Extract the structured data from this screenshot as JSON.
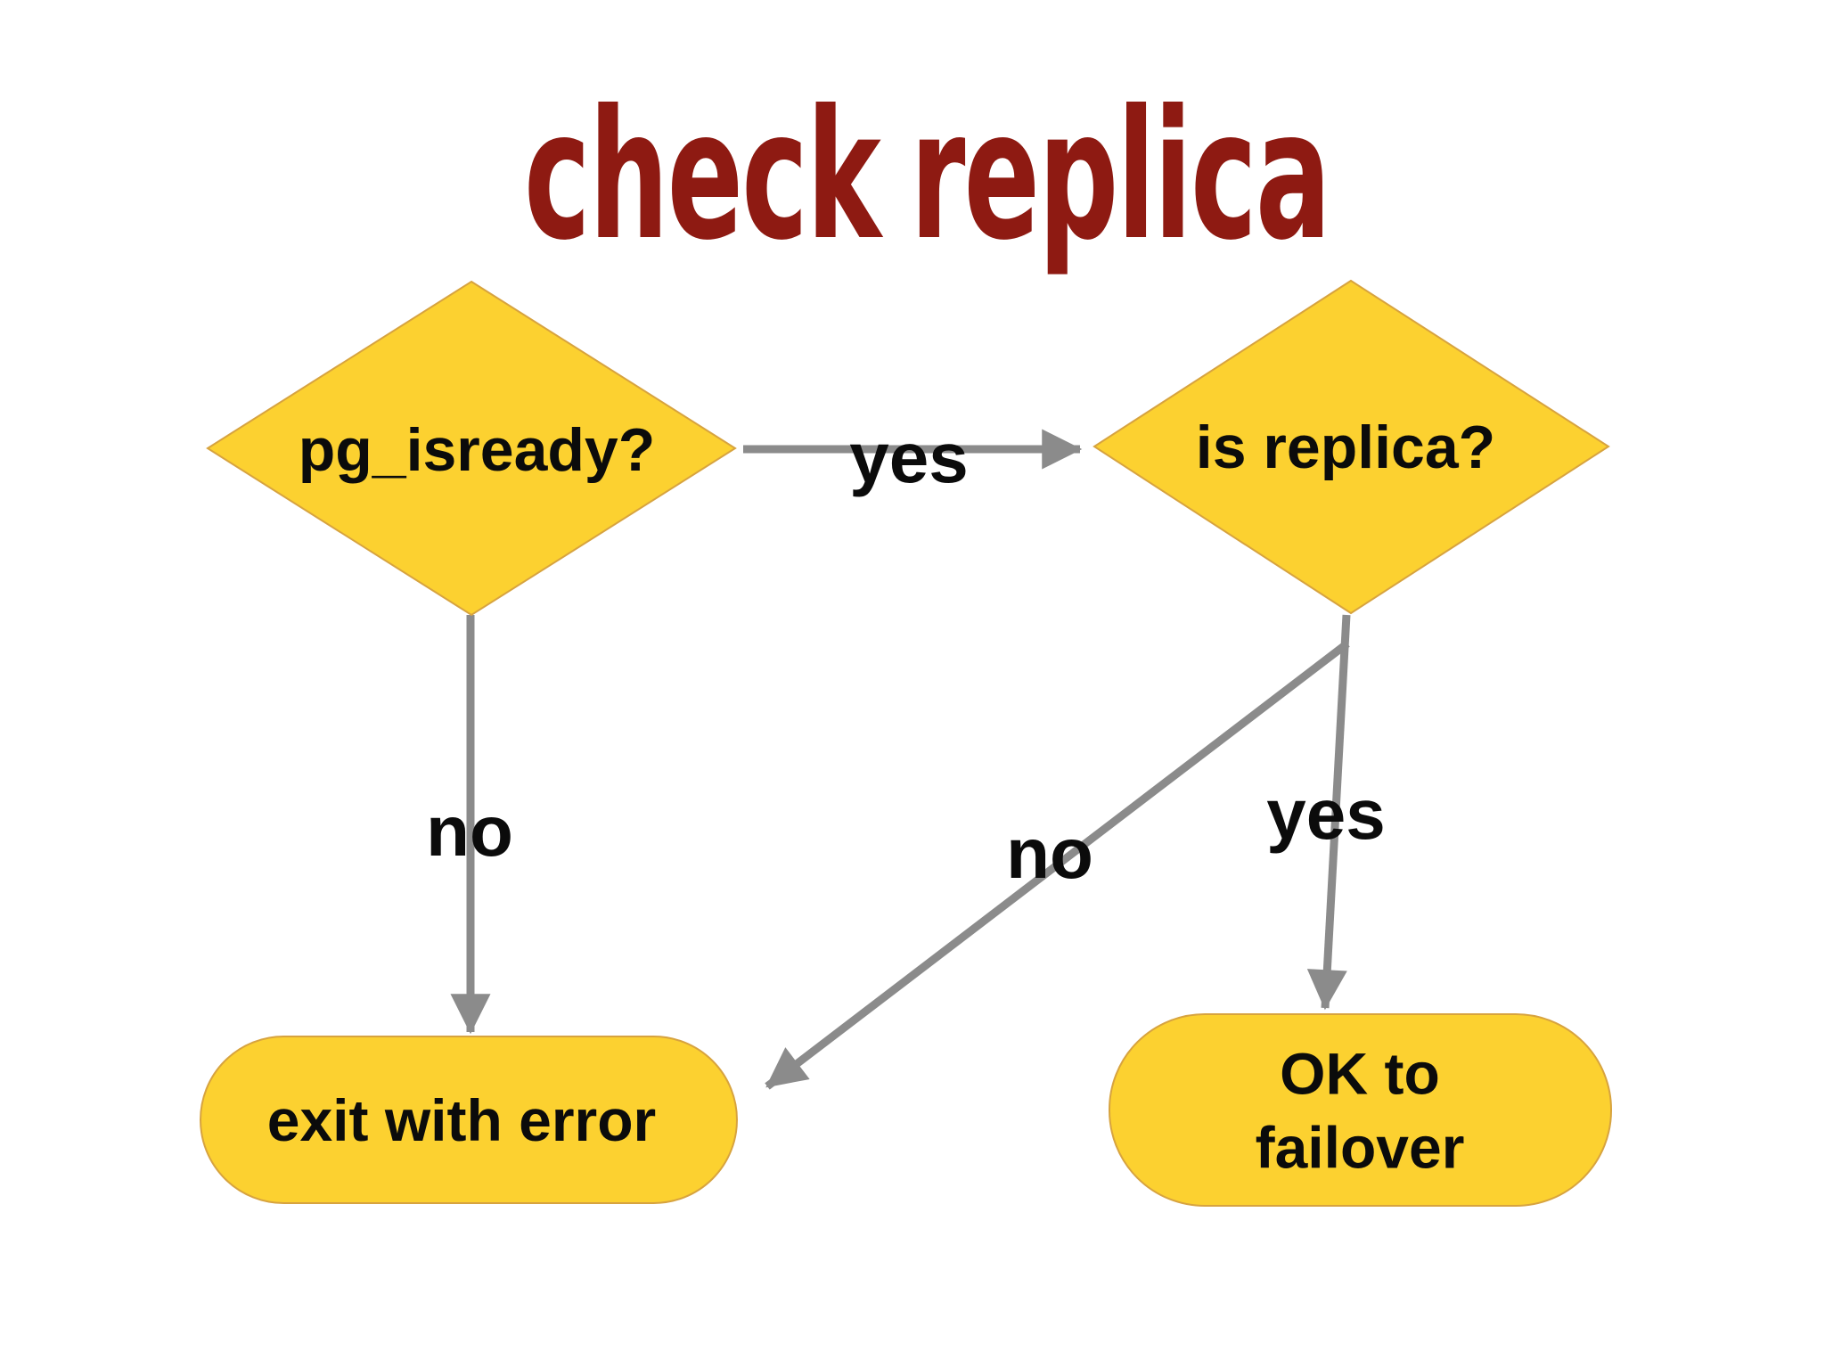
{
  "title": {
    "text": "check replica"
  },
  "nodes": {
    "pg_isready": {
      "label": "pg_isready?",
      "type": "decision"
    },
    "is_replica": {
      "label": "is replica?",
      "type": "decision"
    },
    "exit_error": {
      "label": "exit with error",
      "type": "terminal"
    },
    "ok_failover": {
      "label": "OK to failover",
      "type": "terminal"
    }
  },
  "edges": [
    {
      "from": "pg_isready",
      "to": "is_replica",
      "label": "yes"
    },
    {
      "from": "pg_isready",
      "to": "exit_error",
      "label": "no"
    },
    {
      "from": "is_replica",
      "to": "ok_failover",
      "label": "yes"
    },
    {
      "from": "is_replica",
      "to": "exit_error",
      "label": "no"
    }
  ],
  "colors": {
    "background": "#FFFFFF",
    "title_text": "#8E1A12",
    "node_fill": "#FCD130",
    "node_border": "#D7A33F",
    "arrow": "#8B8B8B",
    "label_text": "#0B0B0B"
  }
}
